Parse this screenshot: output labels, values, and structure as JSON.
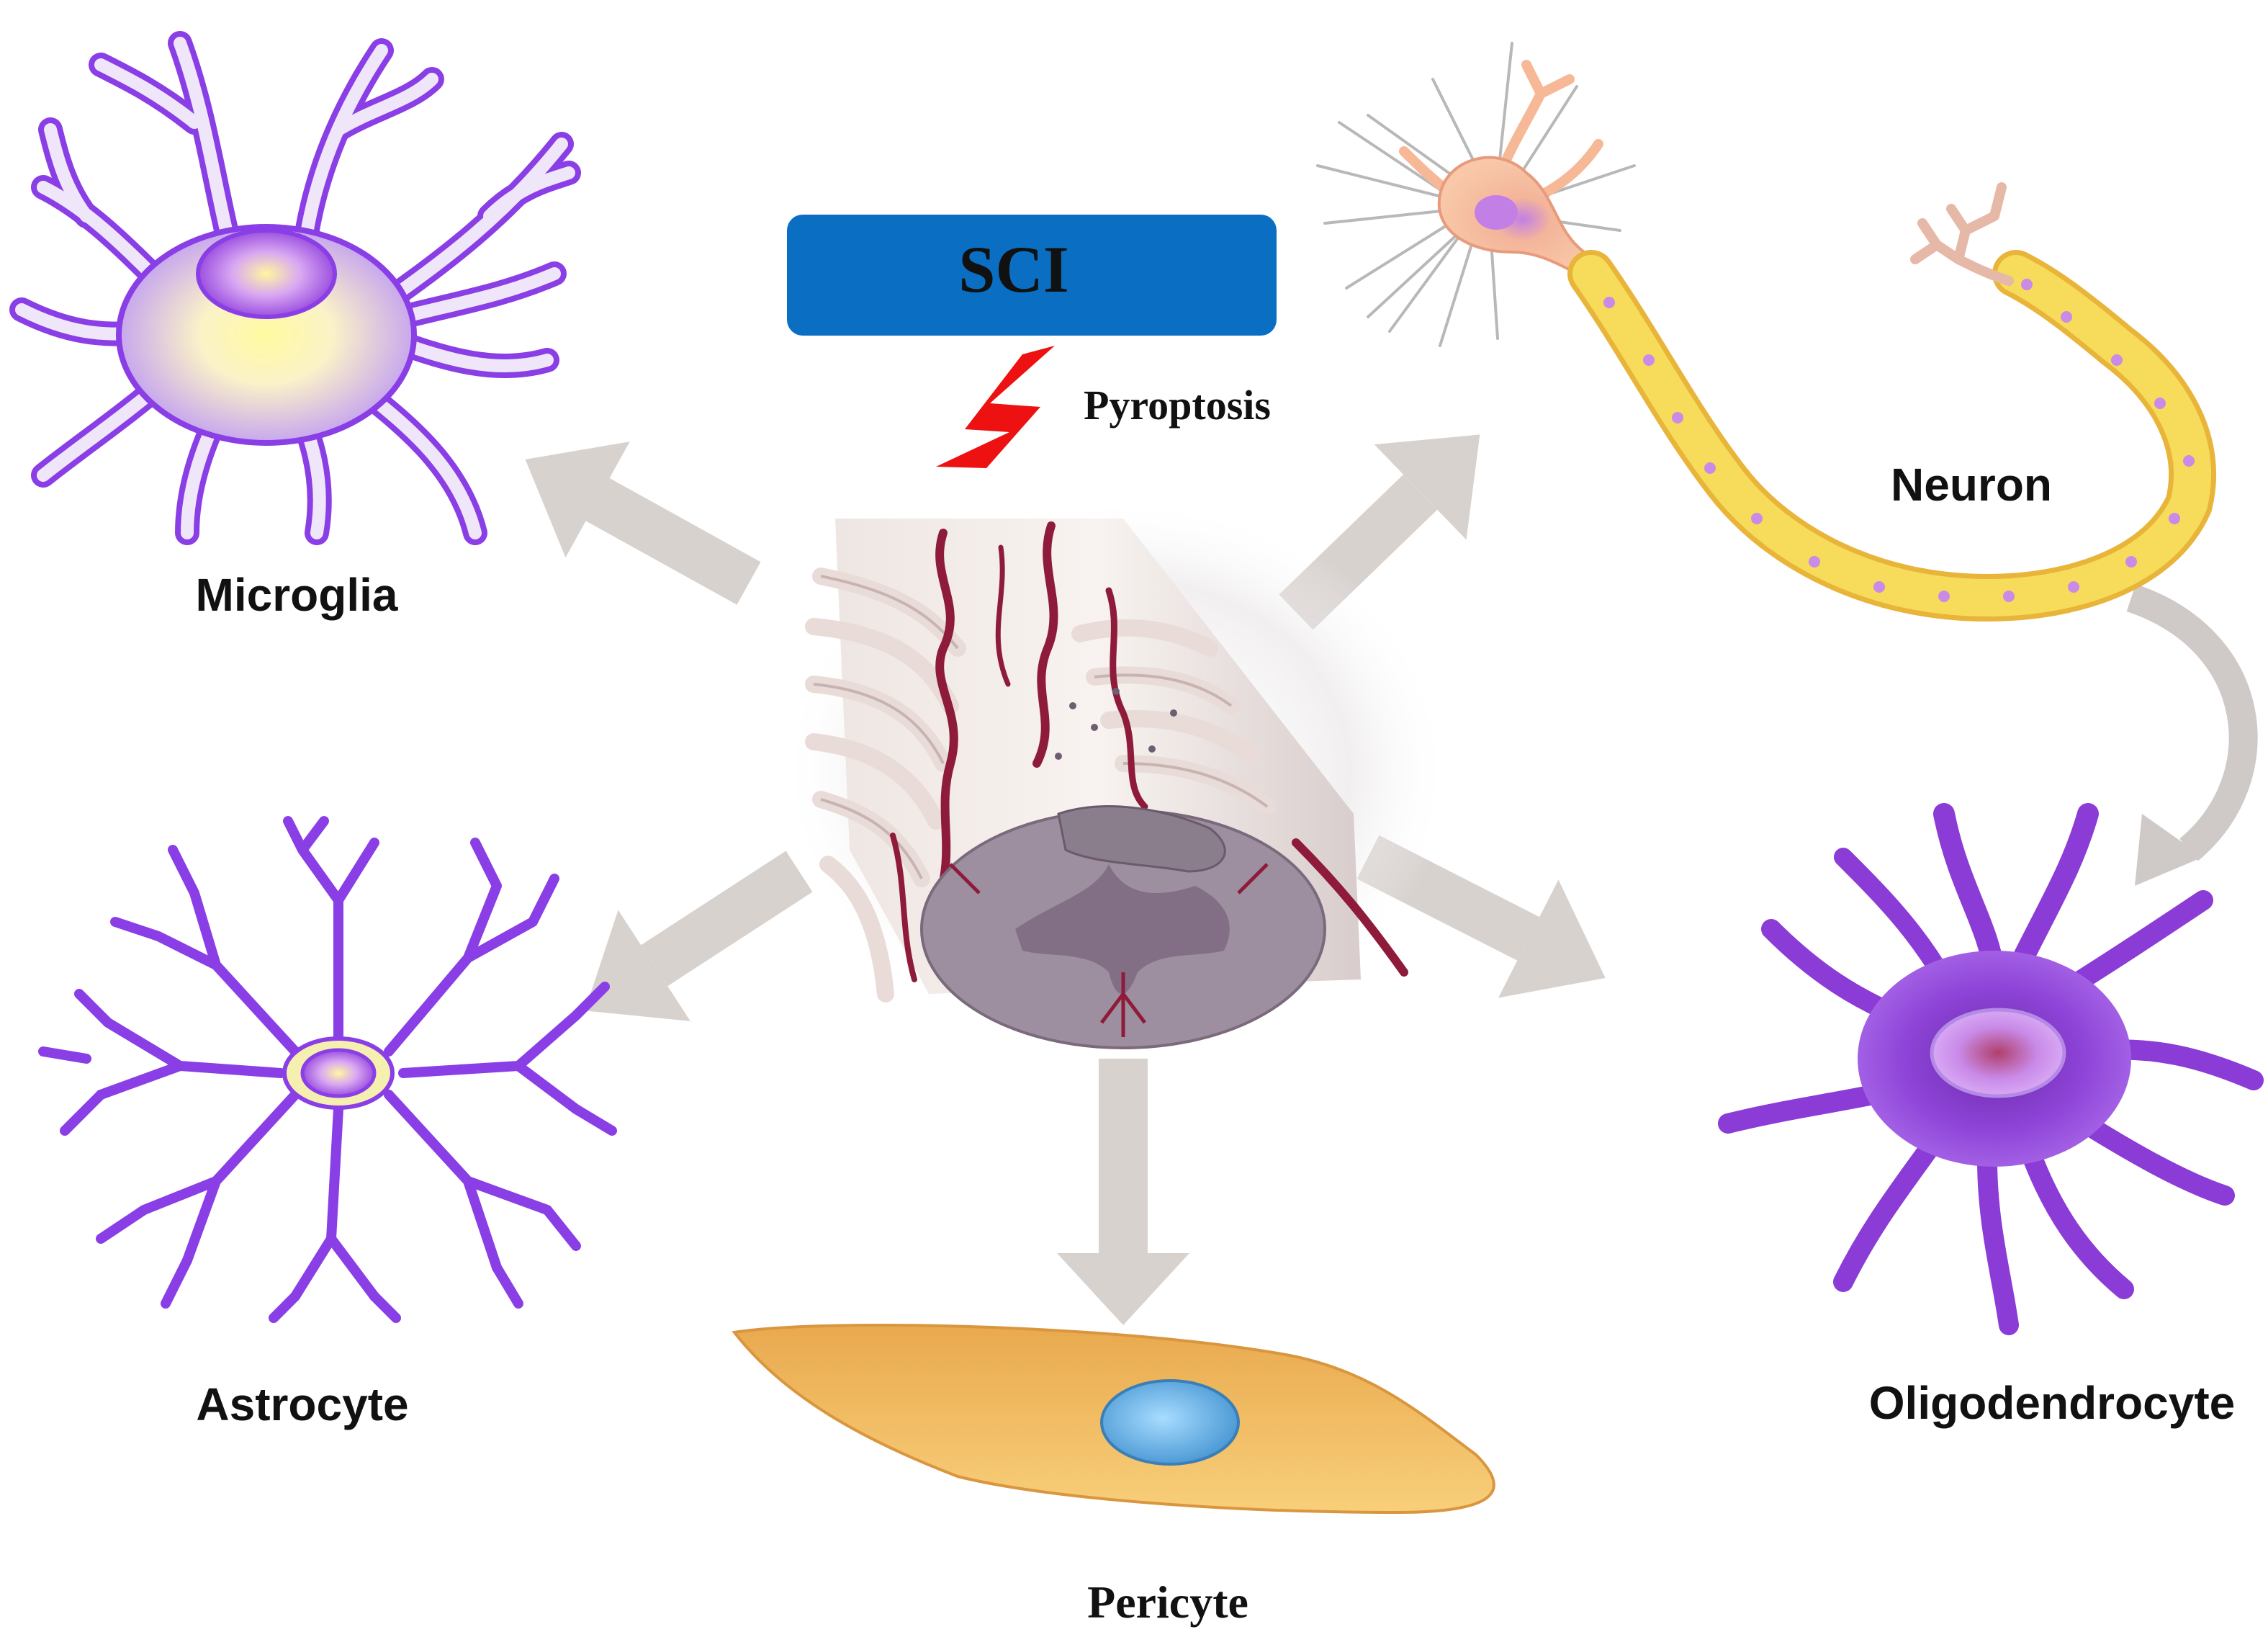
{
  "banner": {
    "title": "SCI",
    "color": "#0a6fc2"
  },
  "trigger": {
    "label": "Pyroptosis",
    "bolt_color": "#ee1111"
  },
  "cells": {
    "microglia": "Microglia",
    "astrocyte": "Astrocyte",
    "pericyte": "Pericyte",
    "neuron": "Neuron",
    "oligodendrocyte": "Oligodendrocyte"
  },
  "colors": {
    "arrow": "#d8d2cf",
    "glia_outline": "#8a3ee6",
    "glia_fill": "#efe6f9",
    "glia_core": "#fff9a8",
    "nucleus": "#c48af0",
    "oligo": "#8b3bd6",
    "pericyte_body": "#f3b85a",
    "pericyte_nucleus": "#6fb8ea",
    "neuron_soma": "#f6b897",
    "myelin": "#f3d24a",
    "cord": "#9d8fa0",
    "vessel": "#8e1b3a"
  }
}
